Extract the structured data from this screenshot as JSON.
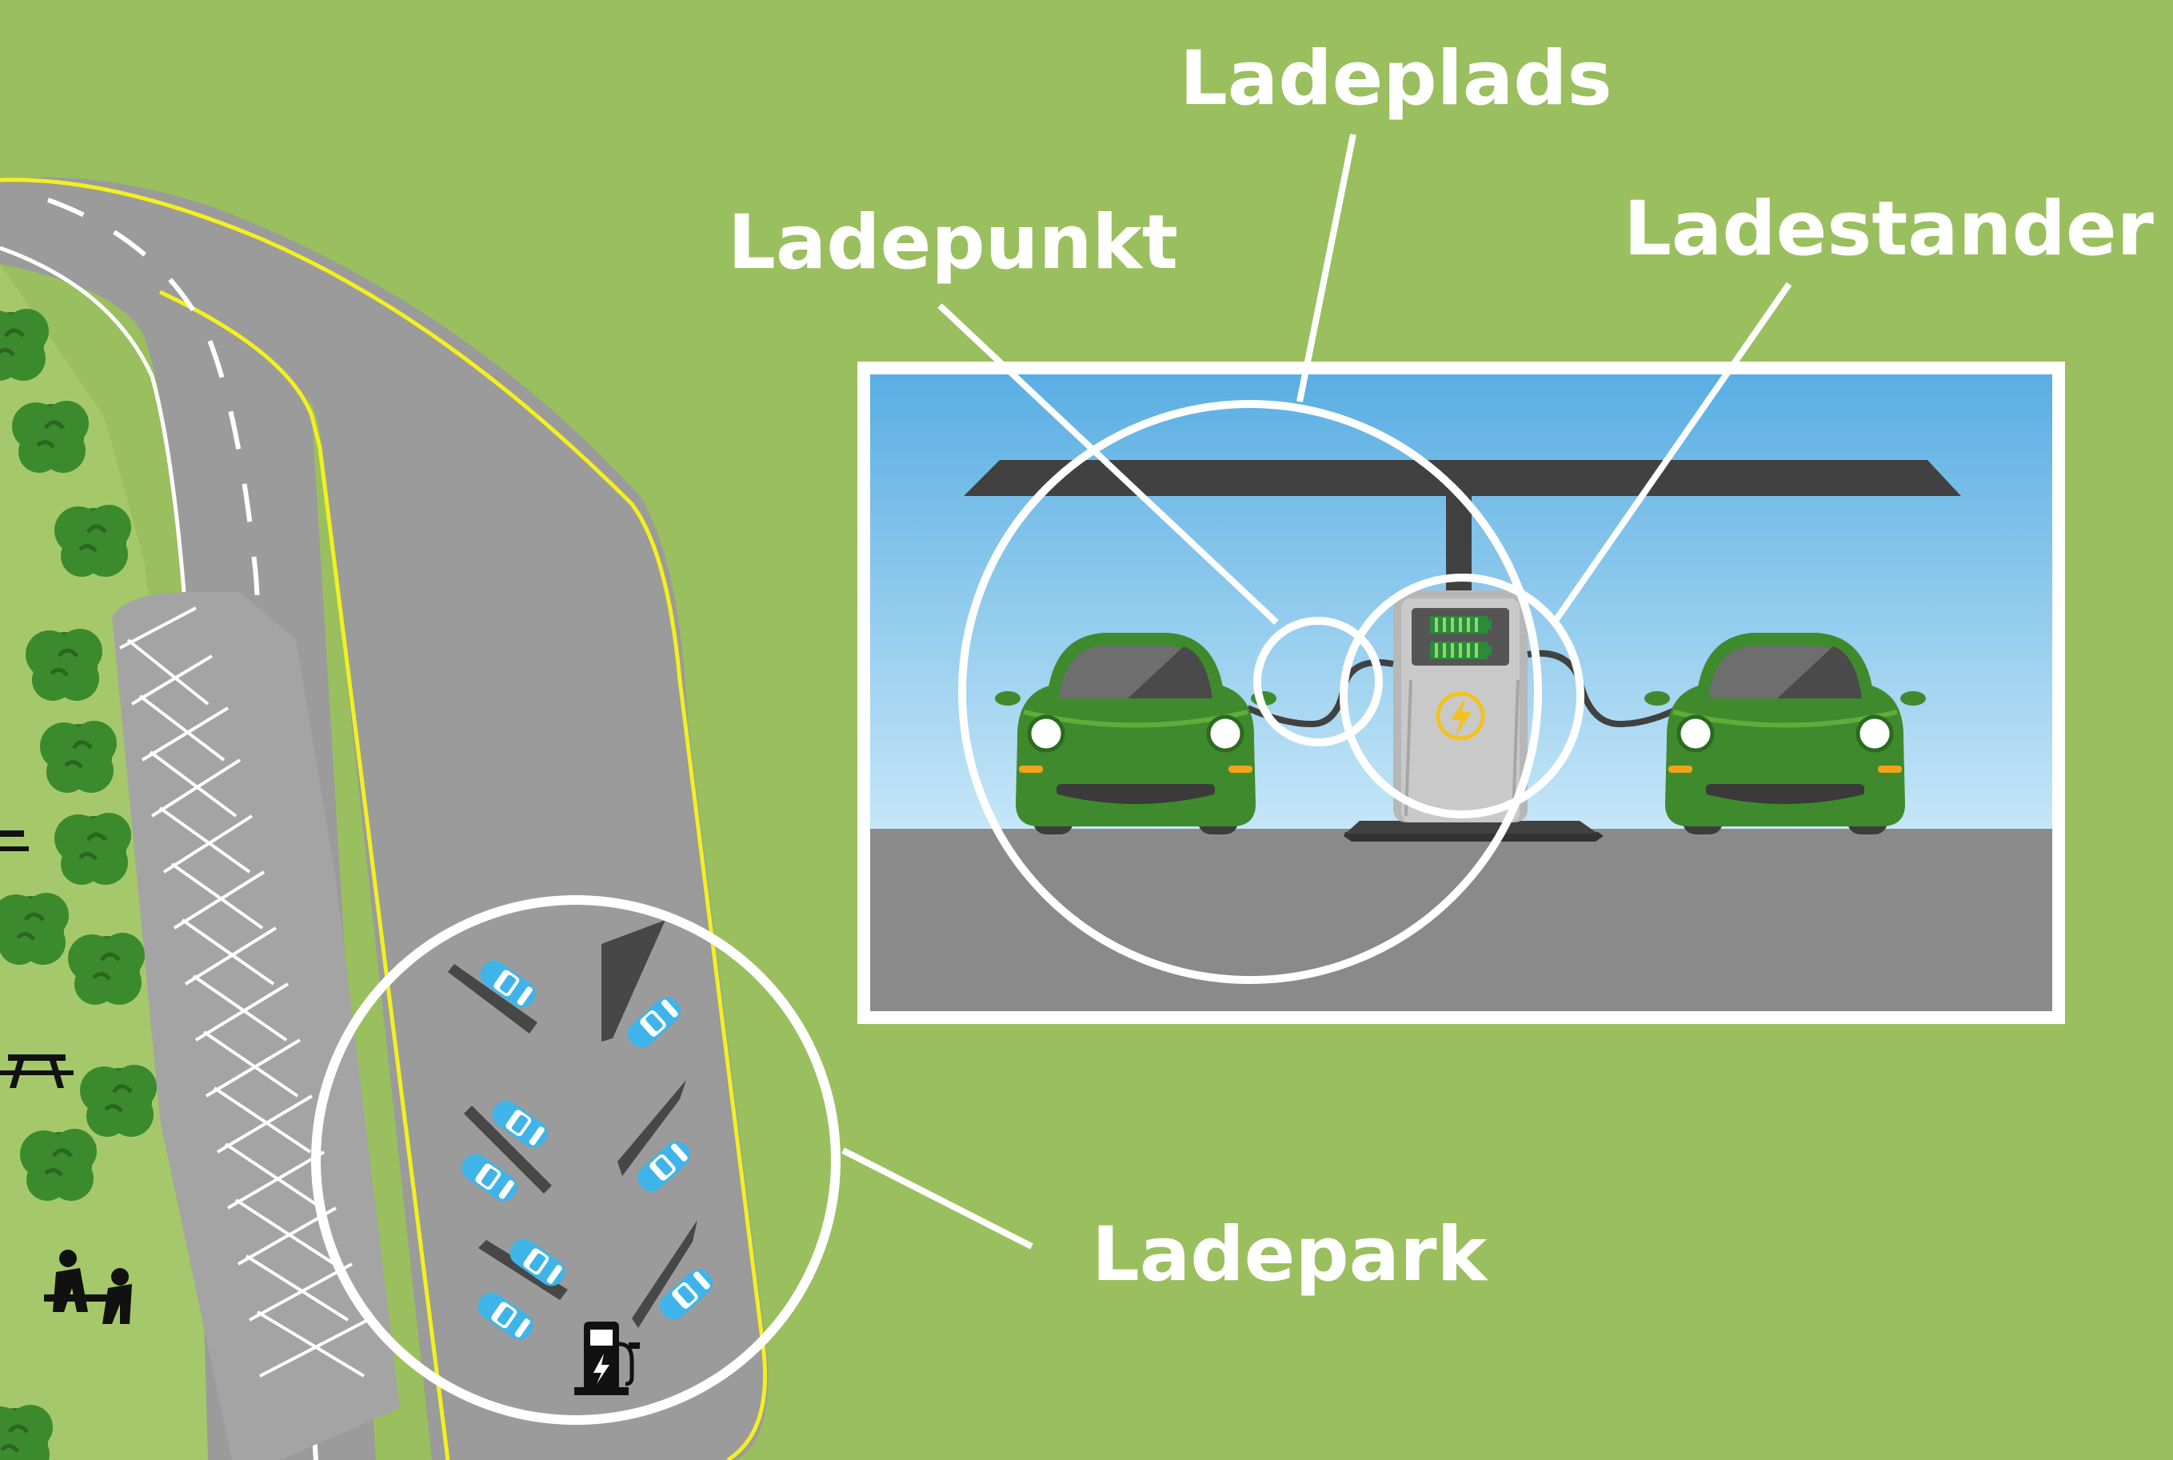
{
  "labels": {
    "ladeplads": "Ladeplads",
    "ladepunkt": "Ladepunkt",
    "ladestander": "Ladestander",
    "ladepark": "Ladepark"
  },
  "colors": {
    "grass": "#9abf5e",
    "road": "#9b9b9b",
    "sky_top": "#5aaee3",
    "sky_bottom": "#c5e6f7",
    "ground": "#8a8a8a",
    "car_body": "#3f8a2c",
    "car_mini": "#3fb4e8",
    "tree": "#3c8a2e",
    "canopy": "#414141",
    "edge_line": "#f3f01e",
    "highlight": "#ffffff"
  },
  "icons": [
    "tree-icon",
    "picnic-table-icon",
    "car-icon",
    "charging-station-icon",
    "lightning-icon",
    "battery-icon"
  ]
}
